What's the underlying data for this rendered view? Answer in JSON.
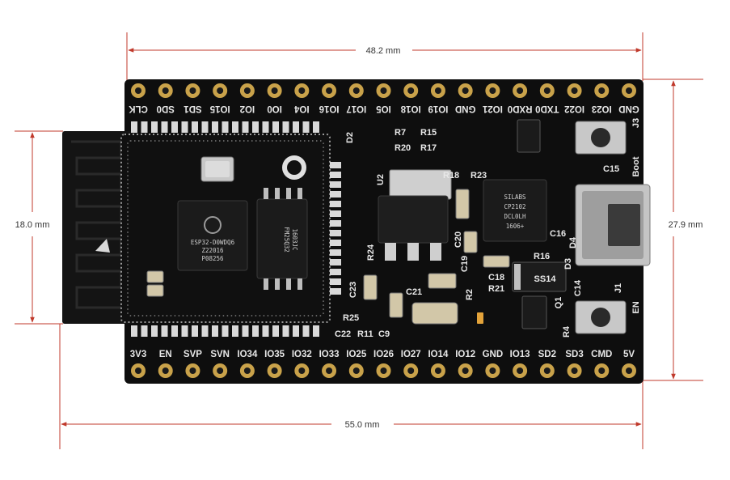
{
  "dimensions": {
    "length": "48.2 mm",
    "total_length": "55.0 mm",
    "width": "27.9 mm",
    "module_width": "18.0 mm"
  },
  "pins": {
    "top": [
      "CLK",
      "SD0",
      "SD1",
      "IO15",
      "IO2",
      "IO0",
      "IO4",
      "IO16",
      "IO17",
      "IO5",
      "IO18",
      "IO19",
      "GND",
      "IO21",
      "RXD0",
      "TXD0",
      "IO22",
      "IO23",
      "GND"
    ],
    "bottom": [
      "3V3",
      "EN",
      "SVP",
      "SVN",
      "IO34",
      "IO35",
      "IO32",
      "IO33",
      "IO25",
      "IO26",
      "IO27",
      "IO14",
      "IO12",
      "GND",
      "IO13",
      "SD2",
      "SD3",
      "CMD",
      "5V"
    ]
  },
  "silkscreen": {
    "d2": "D2",
    "r7": "R7",
    "r15": "R15",
    "r20": "R20",
    "r17": "R17",
    "r18": "R18",
    "r23": "R23",
    "u2": "U2",
    "r24": "R24",
    "c23": "C23",
    "c21": "C21",
    "r25": "R25",
    "c22": "C22",
    "r11": "R11",
    "c9": "C9",
    "r2": "R2",
    "r21": "R21",
    "c15": "C15",
    "boot": "Boot",
    "j3": "J3",
    "j1": "J1",
    "en_btn": "EN",
    "c14": "C14",
    "q1": "Q1",
    "r4": "R4",
    "c20": "C20",
    "c19": "C19",
    "c18": "C18",
    "c16": "C16",
    "d3": "D3",
    "d4": "D4",
    "r16": "R16"
  },
  "chips": {
    "esp32": [
      "ESP32-D0WDQ6",
      "Z22016",
      "P08256"
    ],
    "flash": [
      "FM25Q32",
      "1603JC"
    ],
    "usb_uart": [
      "SILABS",
      "CP2102",
      "DCL0LH",
      "1606+"
    ],
    "diode": "SS14"
  },
  "colors": {
    "board": "#0e0e0e",
    "gold": "#c9a24a",
    "dim_line": "#c0392b",
    "silk": "#e8e8e8"
  }
}
